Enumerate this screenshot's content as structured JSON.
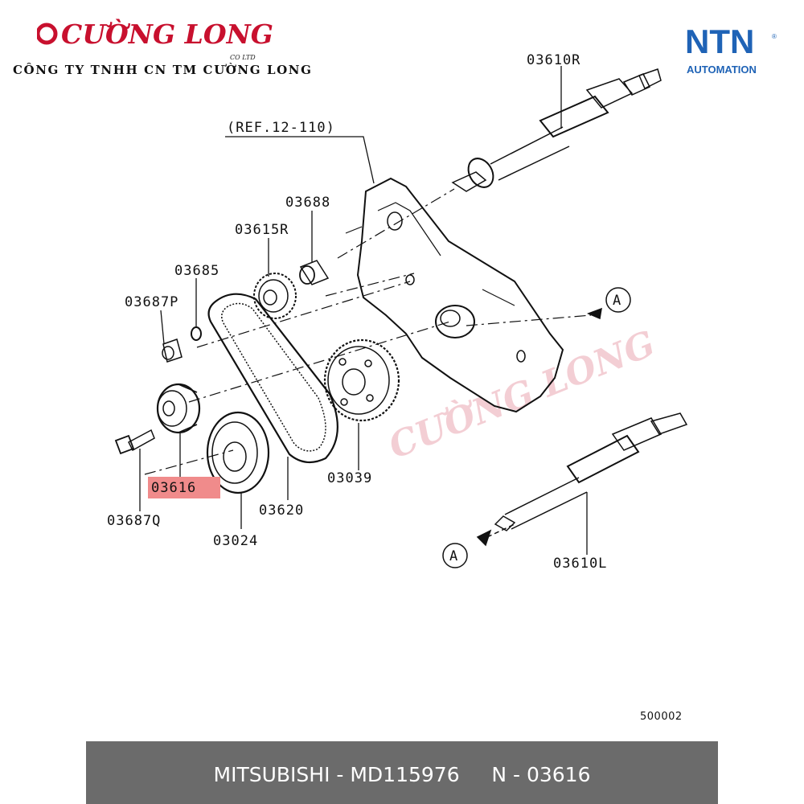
{
  "header": {
    "logo_text": "CƯỜNG LONG",
    "logo_subtext": "CO LTD",
    "company_name": "CÔNG TY TNHH CN TM CƯỜNG LONG",
    "partner_logo_text": "NTN",
    "partner_logo_subtext": "AUTOMATION",
    "partner_logo_mark": "®"
  },
  "diagram": {
    "reference_label": "(REF.12-110)",
    "highlighted_part": "03616",
    "view_marker": "A",
    "part_labels": {
      "p03610R": "03610R",
      "p03688": "03688",
      "p03615R": "03615R",
      "p03685": "03685",
      "p03687P": "03687P",
      "p03039": "03039",
      "p03620": "03620",
      "p03024": "03024",
      "p03687Q": "03687Q",
      "p03610L": "03610L"
    },
    "diagram_id": "500002"
  },
  "footer": {
    "text": "MITSUBISHI - MD115976     N - 03616"
  },
  "colors": {
    "brand_red": "#c8102e",
    "ntn_blue": "#1f63b6",
    "highlight": "#f08b8b",
    "footer_bg": "#6b6b6b"
  }
}
